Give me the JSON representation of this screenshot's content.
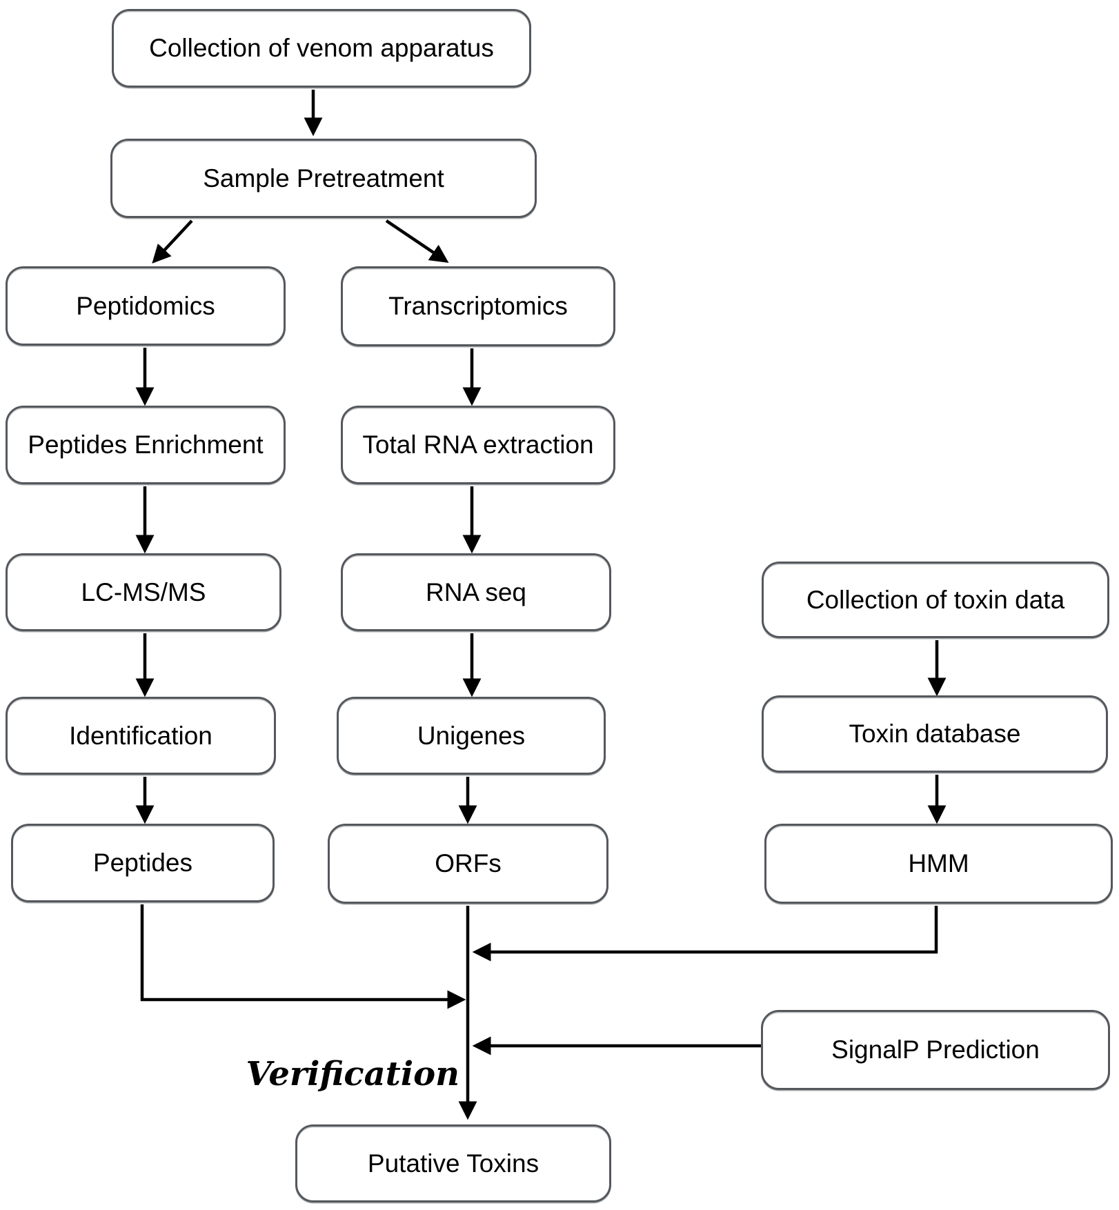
{
  "figure": {
    "type": "flowchart",
    "background_color": "#ffffff",
    "box_fill_color": "#ffffff",
    "box_border_color": "#54585d",
    "text_color": "#000000",
    "arrow_color": "#000000"
  },
  "nodes": {
    "collection_venom_apparatus": {
      "label": "Collection of venom apparatus"
    },
    "sample_pretreatment": {
      "label": "Sample Pretreatment"
    },
    "peptidomics": {
      "label": "Peptidomics"
    },
    "transcriptomics": {
      "label": "Transcriptomics"
    },
    "peptides_enrichment": {
      "label": "Peptides Enrichment"
    },
    "total_rna_extraction": {
      "label": "Total RNA extraction"
    },
    "lc_ms_ms": {
      "label": "LC-MS/MS"
    },
    "rna_seq": {
      "label": "RNA seq"
    },
    "collection_toxin_data": {
      "label": "Collection of toxin data"
    },
    "identification": {
      "label": "Identification"
    },
    "unigenes": {
      "label": "Unigenes"
    },
    "toxin_database": {
      "label": "Toxin database"
    },
    "peptides": {
      "label": "Peptides"
    },
    "orfs": {
      "label": "ORFs"
    },
    "hmm": {
      "label": "HMM"
    },
    "signalp_prediction": {
      "label": "SignalP Prediction"
    },
    "putative_toxins": {
      "label": "Putative Toxins"
    }
  },
  "annotations": {
    "verification": {
      "label": "Verification"
    }
  },
  "edges": [
    {
      "from": "collection_venom_apparatus",
      "to": "sample_pretreatment"
    },
    {
      "from": "sample_pretreatment",
      "to": "peptidomics"
    },
    {
      "from": "sample_pretreatment",
      "to": "transcriptomics"
    },
    {
      "from": "peptidomics",
      "to": "peptides_enrichment"
    },
    {
      "from": "peptides_enrichment",
      "to": "lc_ms_ms"
    },
    {
      "from": "lc_ms_ms",
      "to": "identification"
    },
    {
      "from": "identification",
      "to": "peptides"
    },
    {
      "from": "transcriptomics",
      "to": "total_rna_extraction"
    },
    {
      "from": "total_rna_extraction",
      "to": "rna_seq"
    },
    {
      "from": "rna_seq",
      "to": "unigenes"
    },
    {
      "from": "unigenes",
      "to": "orfs"
    },
    {
      "from": "collection_toxin_data",
      "to": "toxin_database"
    },
    {
      "from": "toxin_database",
      "to": "hmm"
    },
    {
      "from": "orfs",
      "to": "putative_toxins"
    },
    {
      "from": "peptides",
      "to": "putative_toxins"
    },
    {
      "from": "hmm",
      "to": "putative_toxins"
    },
    {
      "from": "signalp_prediction",
      "to": "putative_toxins"
    }
  ]
}
